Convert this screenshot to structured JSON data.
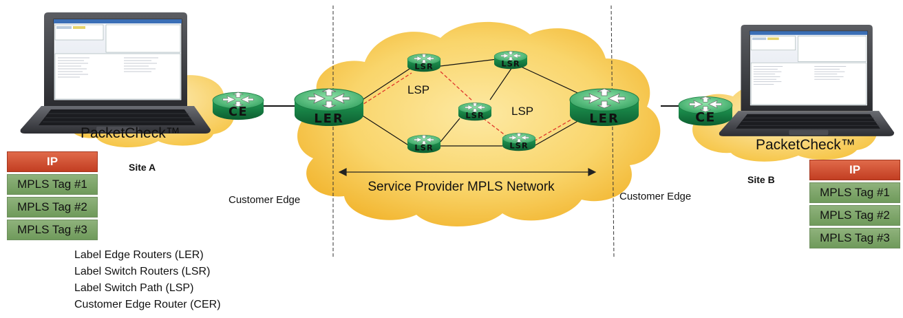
{
  "network": {
    "title": "Service Provider MPLS Network",
    "lsp_label": "LSP",
    "boundary_label_left": "Customer Edge",
    "boundary_label_right": "Customer Edge"
  },
  "routers": {
    "ce": "CE",
    "ler": "LER",
    "lsr": "LSR"
  },
  "sites": {
    "a": {
      "name": "Site A",
      "product": "PacketCheck™"
    },
    "b": {
      "name": "Site B",
      "product": "PacketCheck™"
    }
  },
  "label_stack": {
    "header": "IP",
    "tags": [
      "MPLS Tag #1",
      "MPLS Tag #2",
      "MPLS Tag #3"
    ]
  },
  "legend": [
    "Label  Edge Routers (LER)",
    "Label  Switch Routers (LSR)",
    "Label Switch Path (LSP)",
    "Customer Edge Router (CER)"
  ],
  "colors": {
    "router_green": "#1f8a4c",
    "cloud_yellow": "#f7c84a",
    "lsp_dash": "#e0352b",
    "ip_red": "#c94428",
    "tag_green": "#7fa86a"
  }
}
